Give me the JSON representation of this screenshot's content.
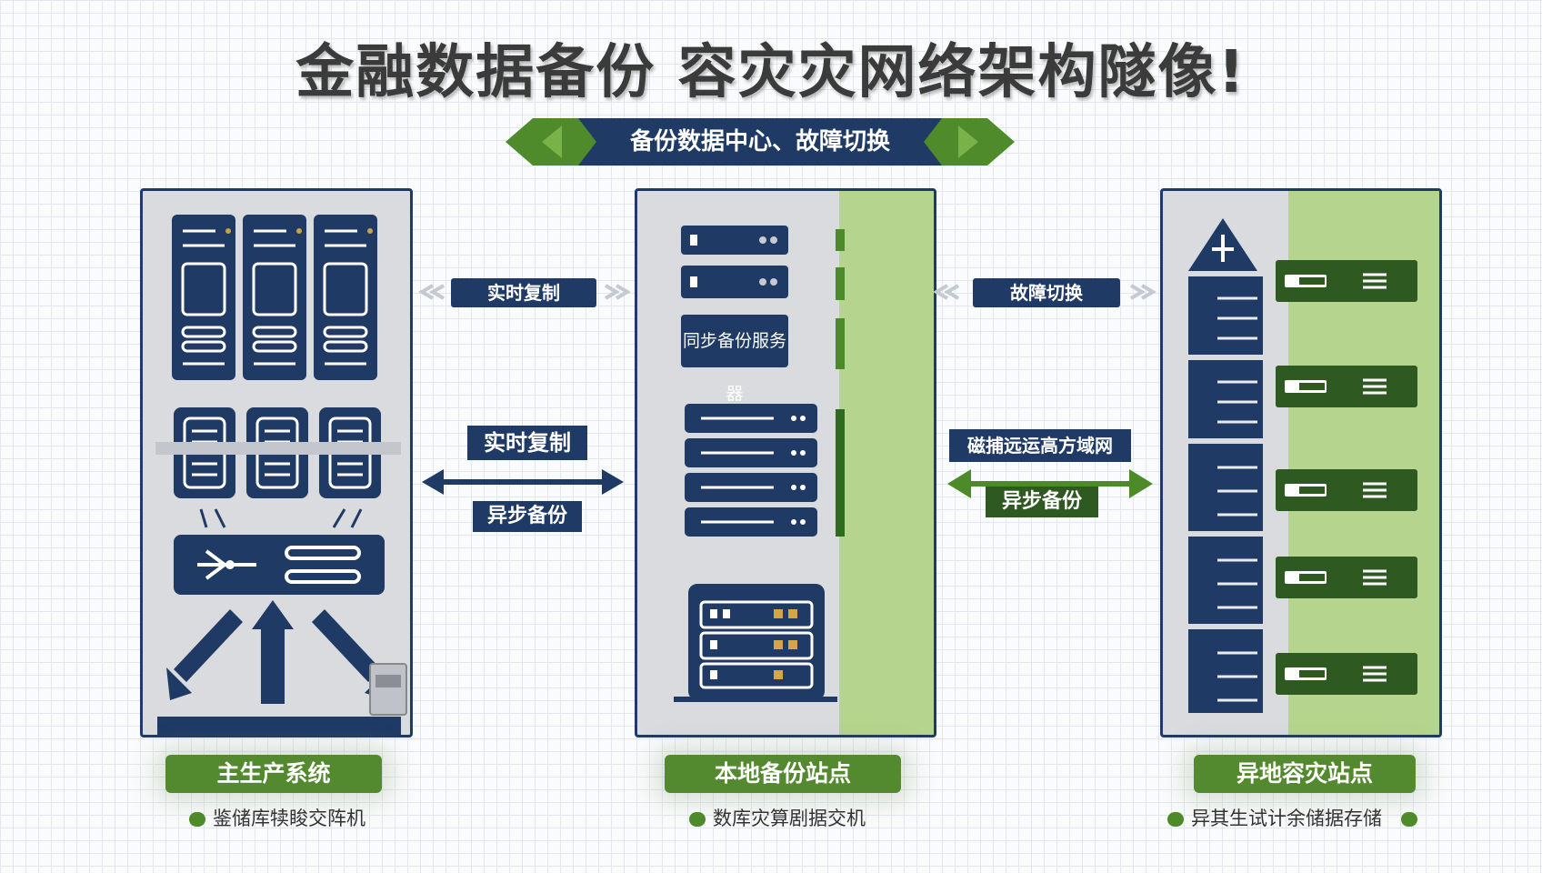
{
  "title": "金融数据备份 容灾灾网络架构隧像!",
  "banner": "备份数据中心、故障切换",
  "links": {
    "top_left": "实时复制",
    "top_right": "故障切换",
    "mid_left_top": "实时复制",
    "mid_left_bottom": "异步备份",
    "mid_right_top": "磁捕远运高方域网",
    "mid_right_bottom": "异步备份"
  },
  "panels": {
    "primary": {
      "name": "主生产系统",
      "subtitle": "鉴储库犊睃交阵机"
    },
    "local": {
      "name": "本地备份站点",
      "subtitle": "数库灾算剧据交机",
      "server_tag": "同步备份服务器"
    },
    "remote": {
      "name": "异地容灾站点",
      "subtitle": "异其生试计余储据存储"
    }
  },
  "colors": {
    "navy": "#1f3a64",
    "green": "#548a2f",
    "light_green": "#b5d48d",
    "panel_gray": "#d9dbde"
  }
}
